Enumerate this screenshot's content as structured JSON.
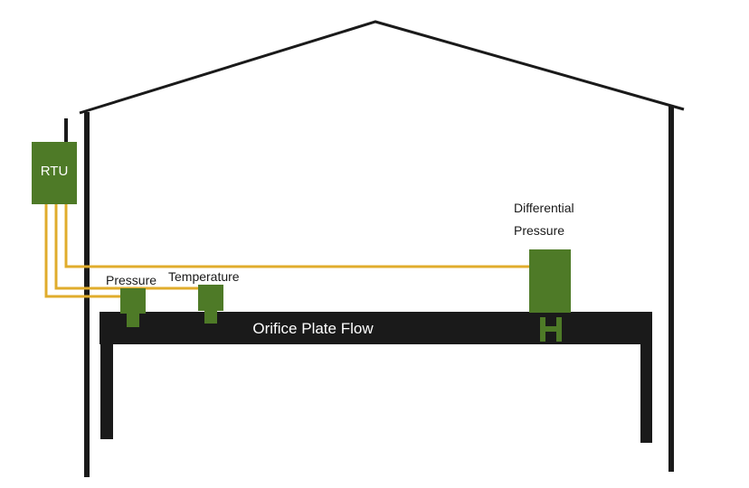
{
  "diagram": {
    "rtu_label": "RTU",
    "pipe_label": "Orifice Plate Flow",
    "sensors": {
      "pressure": "Pressure",
      "temperature": "Temperature",
      "differential_line1": "Differential",
      "differential_line2": "Pressure"
    }
  },
  "colors": {
    "building": "#1a1a1a",
    "device_green": "#4e7a27",
    "signal_wire": "#e0ac2c",
    "pipe": "#1a1a1a",
    "pipe_text": "#ffffff"
  }
}
